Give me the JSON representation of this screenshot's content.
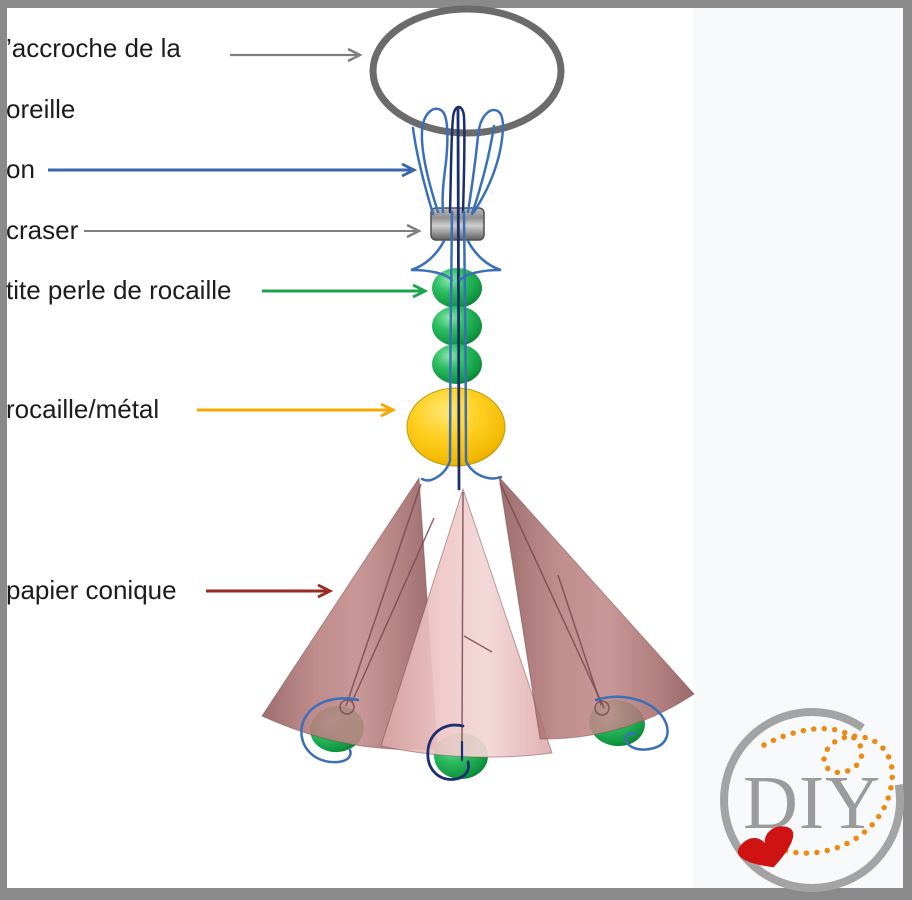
{
  "labels": {
    "ear_hook_line1": "’accroche de la",
    "ear_hook_line2": "oreille",
    "thread": "on",
    "crimp": "craser",
    "seed_bead": "tite perle de rocaille",
    "metal_bead": "rocaille/métal",
    "cone": "papier conique"
  },
  "arrows": [
    {
      "target": "ear-hook-ring",
      "color": "#7f7f7f"
    },
    {
      "target": "nylon-thread",
      "color": "#3a66ad"
    },
    {
      "target": "crimp-bead",
      "color": "#7f7f7f"
    },
    {
      "target": "seed-beads",
      "color": "#1ca44c"
    },
    {
      "target": "metal-bead",
      "color": "#f7a800"
    },
    {
      "target": "paper-cones",
      "color": "#9a2a23"
    }
  ],
  "parts": {
    "ear_hook_ring": {
      "icon": "ring-icon",
      "color": "#6b6b6b"
    },
    "nylon_thread": {
      "icon": "thread-lines-icon",
      "colors": [
        "#3a6fb9",
        "#1b2f6e"
      ]
    },
    "crimp_bead": {
      "icon": "crimp-bead-icon",
      "color": "#8f8f8f"
    },
    "seed_beads": {
      "icon": "bead-icon",
      "count": 3,
      "color": "#17a447"
    },
    "metal_bead": {
      "icon": "bead-icon",
      "count": 1,
      "color": "#f7c400"
    },
    "paper_cones": {
      "icon": "cone-icon",
      "count": 3,
      "colors": [
        "#b77c7c",
        "#eec6c6",
        "#b77c7c"
      ]
    },
    "tip_beads": {
      "icon": "bead-icon",
      "count": 3,
      "color": "#17a447"
    }
  },
  "logo": {
    "text": "DIY",
    "text_color": "#9b9b9b",
    "ring_color": "#a3a3a3",
    "dots_color": "#ee8a12",
    "heart_color": "#ce1312"
  },
  "colors": {
    "text": "#1c1c1c",
    "border": "#8a8a8a",
    "background": "#ffffff",
    "right_panel": "#f8f9fb",
    "ring": "#6b6b6b",
    "thread_blue": "#3a6fb9",
    "thread_navy": "#1b2f6e",
    "bead_green": "#17a447",
    "bead_yellow": "#f7c400",
    "cone_dark": "#b77c7c",
    "cone_light": "#eec6c6",
    "cone_line": "#7a4a52"
  }
}
